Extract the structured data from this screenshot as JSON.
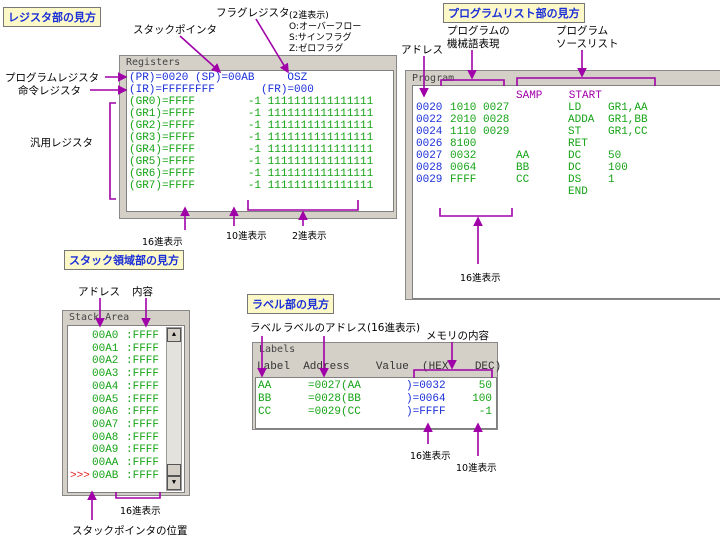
{
  "registers": {
    "section_title": "レジスタ部の見方",
    "panel_legend": "Registers",
    "labels": {
      "stack_pointer": "スタックポインタ",
      "flag_register": "フラグレジスタ",
      "flag_note_1": "(2進表示)",
      "flag_note_2": "O:オーバーフロー",
      "flag_note_3": "S:サインフラグ",
      "flag_note_4": "Z:ゼロフラグ",
      "program_register": "プログラムレジスタ",
      "instruction_register": "命令レジスタ",
      "general_registers": "汎用レジスタ",
      "hex_display": "16進表示",
      "dec_display": "10進表示",
      "bin_display": "2進表示"
    },
    "row_pr": "(PR)=0020 (SP)=00AB     OSZ",
    "row_ir": "(IR)=FFFFFFFF       (FR)=000",
    "gr_rows": [
      "(GR0)=FFFF        -1 1111111111111111",
      "(GR1)=FFFF        -1 1111111111111111",
      "(GR2)=FFFF        -1 1111111111111111",
      "(GR3)=FFFF        -1 1111111111111111",
      "(GR4)=FFFF        -1 1111111111111111",
      "(GR5)=FFFF        -1 1111111111111111",
      "(GR6)=FFFF        -1 1111111111111111",
      "(GR7)=FFFF        -1 1111111111111111"
    ]
  },
  "program": {
    "section_title": "プログラムリスト部の見方",
    "panel_legend": "Program",
    "labels": {
      "address": "アドレス",
      "machine_1": "プログラムの",
      "machine_2": "機械語表現",
      "source_1": "プログラム",
      "source_2": "ソースリスト",
      "hex_display": "16進表示"
    },
    "header": "SAMP    START",
    "rows": [
      {
        "addr": "0020",
        "code": "1010 0027",
        "label": "",
        "op": "LD",
        "operand": "GR1,AA"
      },
      {
        "addr": "0022",
        "code": "2010 0028",
        "label": "",
        "op": "ADDA",
        "operand": "GR1,BB"
      },
      {
        "addr": "0024",
        "code": "1110 0029",
        "label": "",
        "op": "ST",
        "operand": "GR1,CC"
      },
      {
        "addr": "0026",
        "code": "8100",
        "label": "",
        "op": "RET",
        "operand": ""
      },
      {
        "addr": "0027",
        "code": "0032",
        "label": "AA",
        "op": "DC",
        "operand": "50"
      },
      {
        "addr": "0028",
        "code": "0064",
        "label": "BB",
        "op": "DC",
        "operand": "100"
      },
      {
        "addr": "0029",
        "code": "FFFF",
        "label": "CC",
        "op": "DS",
        "operand": "1"
      },
      {
        "addr": "",
        "code": "",
        "label": "",
        "op": "END",
        "operand": ""
      }
    ]
  },
  "stack": {
    "section_title": "スタック領域部の見方",
    "panel_legend": "Stack Area",
    "labels": {
      "address": "アドレス",
      "content": "内容",
      "hex_display": "16進表示",
      "sp_position": "スタックポインタの位置"
    },
    "pointer": ">>>",
    "rows": [
      {
        "addr": "00A0",
        "val": ":FFFF"
      },
      {
        "addr": "00A1",
        "val": ":FFFF"
      },
      {
        "addr": "00A2",
        "val": ":FFFF"
      },
      {
        "addr": "00A3",
        "val": ":FFFF"
      },
      {
        "addr": "00A4",
        "val": ":FFFF"
      },
      {
        "addr": "00A5",
        "val": ":FFFF"
      },
      {
        "addr": "00A6",
        "val": ":FFFF"
      },
      {
        "addr": "00A7",
        "val": ":FFFF"
      },
      {
        "addr": "00A8",
        "val": ":FFFF"
      },
      {
        "addr": "00A9",
        "val": ":FFFF"
      },
      {
        "addr": "00AA",
        "val": ":FFFF"
      },
      {
        "addr": "00AB",
        "val": ":FFFF"
      }
    ],
    "scroll_up": "▲",
    "scroll_down": "▼"
  },
  "labels_panel": {
    "section_title": "ラベル部の見方",
    "panel_legend": "Labels",
    "labels": {
      "label": "ラベル",
      "label_address": "ラベルのアドレス(16進表示)",
      "memory_content": "メモリの内容",
      "hex_display": "16進表示",
      "dec_display": "10進表示"
    },
    "header": "Label  Address    Value  (HEX    DEC)",
    "rows": [
      {
        "label": "AA",
        "address": "=0027(AA",
        "hex": ")=0032",
        "dec": "50"
      },
      {
        "label": "BB",
        "address": "=0028(BB",
        "hex": ")=0064",
        "dec": "100"
      },
      {
        "label": "CC",
        "address": "=0029(CC",
        "hex": ")=FFFF",
        "dec": "-1"
      }
    ]
  },
  "colors": {
    "title_bg": "#fdf8c8",
    "title_text": "#1a2fd8",
    "annotation": "#a000a8",
    "value_green": "#16a316",
    "value_blue": "#1a2fd8",
    "panel_gray": "#d4d0c8"
  }
}
